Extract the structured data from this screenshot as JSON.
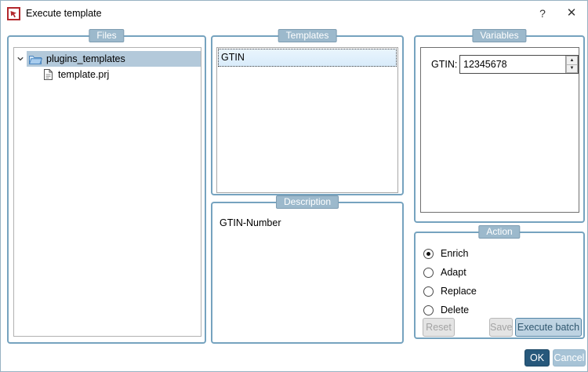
{
  "window": {
    "title": "Execute template",
    "help_label": "?",
    "close_label": "✕"
  },
  "panels": {
    "files": {
      "label": "Files",
      "tree": [
        {
          "name": "plugins_templates",
          "type": "folder",
          "expanded": true,
          "selected": true
        },
        {
          "name": "template.prj",
          "type": "file",
          "selected": false
        }
      ]
    },
    "templates": {
      "label": "Templates",
      "items": [
        {
          "name": "GTIN",
          "selected": true
        }
      ]
    },
    "description": {
      "label": "Description",
      "text": "GTIN-Number"
    },
    "variables": {
      "label": "Variables",
      "fields": [
        {
          "label": "GTIN:",
          "value": "12345678"
        }
      ]
    },
    "action": {
      "label": "Action",
      "options": [
        {
          "label": "Enrich",
          "selected": true
        },
        {
          "label": "Adapt",
          "selected": false
        },
        {
          "label": "Replace",
          "selected": false
        },
        {
          "label": "Delete",
          "selected": false
        }
      ],
      "buttons": {
        "reset": "Reset",
        "save": "Save",
        "execute_batch": "Execute batch"
      }
    }
  },
  "footer": {
    "ok": "OK",
    "cancel": "Cancel"
  },
  "colors": {
    "panel_border": "#76a3bf",
    "badge_bg": "#9cb9cc",
    "tree_selection": "#b3c9da",
    "ok_bg": "#27587b",
    "cancel_bg": "#a7c3d6",
    "execute_bg": "#bed3e2",
    "app_icon_red": "#b3282d"
  }
}
